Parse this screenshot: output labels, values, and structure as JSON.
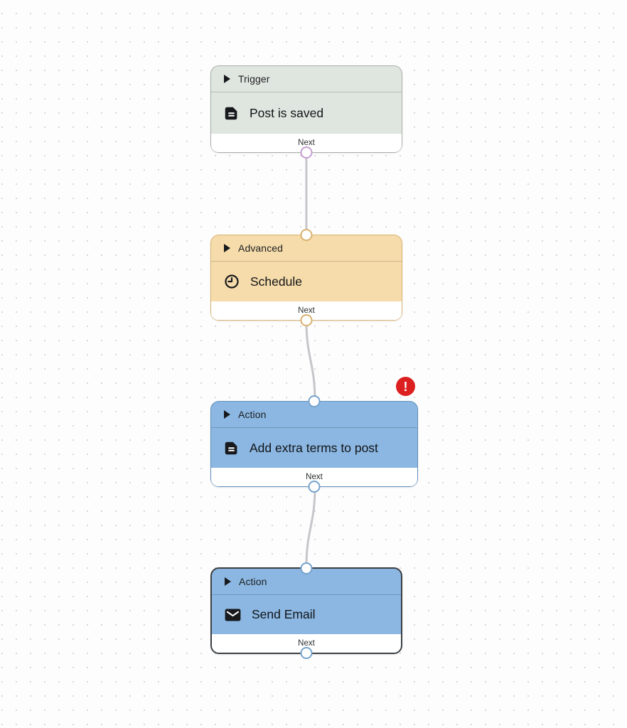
{
  "canvas": {
    "background_color": "#fdfdfd",
    "dot_color": "#d8d8d8",
    "edge_color": "#c6c6ca"
  },
  "nodes": [
    {
      "type_label": "Trigger",
      "title": "Post is saved",
      "icon": "document-icon",
      "footer_label": "Next",
      "has_error": false,
      "selected": false,
      "colors": {
        "bg": "#dfe5df",
        "border": "#a9b0a9",
        "handle": "#c79fd1"
      }
    },
    {
      "type_label": "Advanced",
      "title": "Schedule",
      "icon": "clock-icon",
      "footer_label": "Next",
      "has_error": false,
      "selected": false,
      "colors": {
        "bg": "#f6dcab",
        "border": "#d9b271",
        "handle": "#d9b271"
      }
    },
    {
      "type_label": "Action",
      "title": "Add extra terms to post",
      "icon": "document-icon",
      "footer_label": "Next",
      "has_error": true,
      "selected": false,
      "colors": {
        "bg": "#8bb7e2",
        "border": "#5f8fba",
        "handle": "#76a3cc"
      }
    },
    {
      "type_label": "Action",
      "title": "Send Email",
      "icon": "envelope-icon",
      "footer_label": "Next",
      "has_error": false,
      "selected": true,
      "colors": {
        "bg": "#8bb7e2",
        "border": "#3c4043",
        "handle": "#76a3cc"
      }
    }
  ],
  "error_badge": {
    "glyph": "!",
    "color": "#dc1f1f"
  }
}
